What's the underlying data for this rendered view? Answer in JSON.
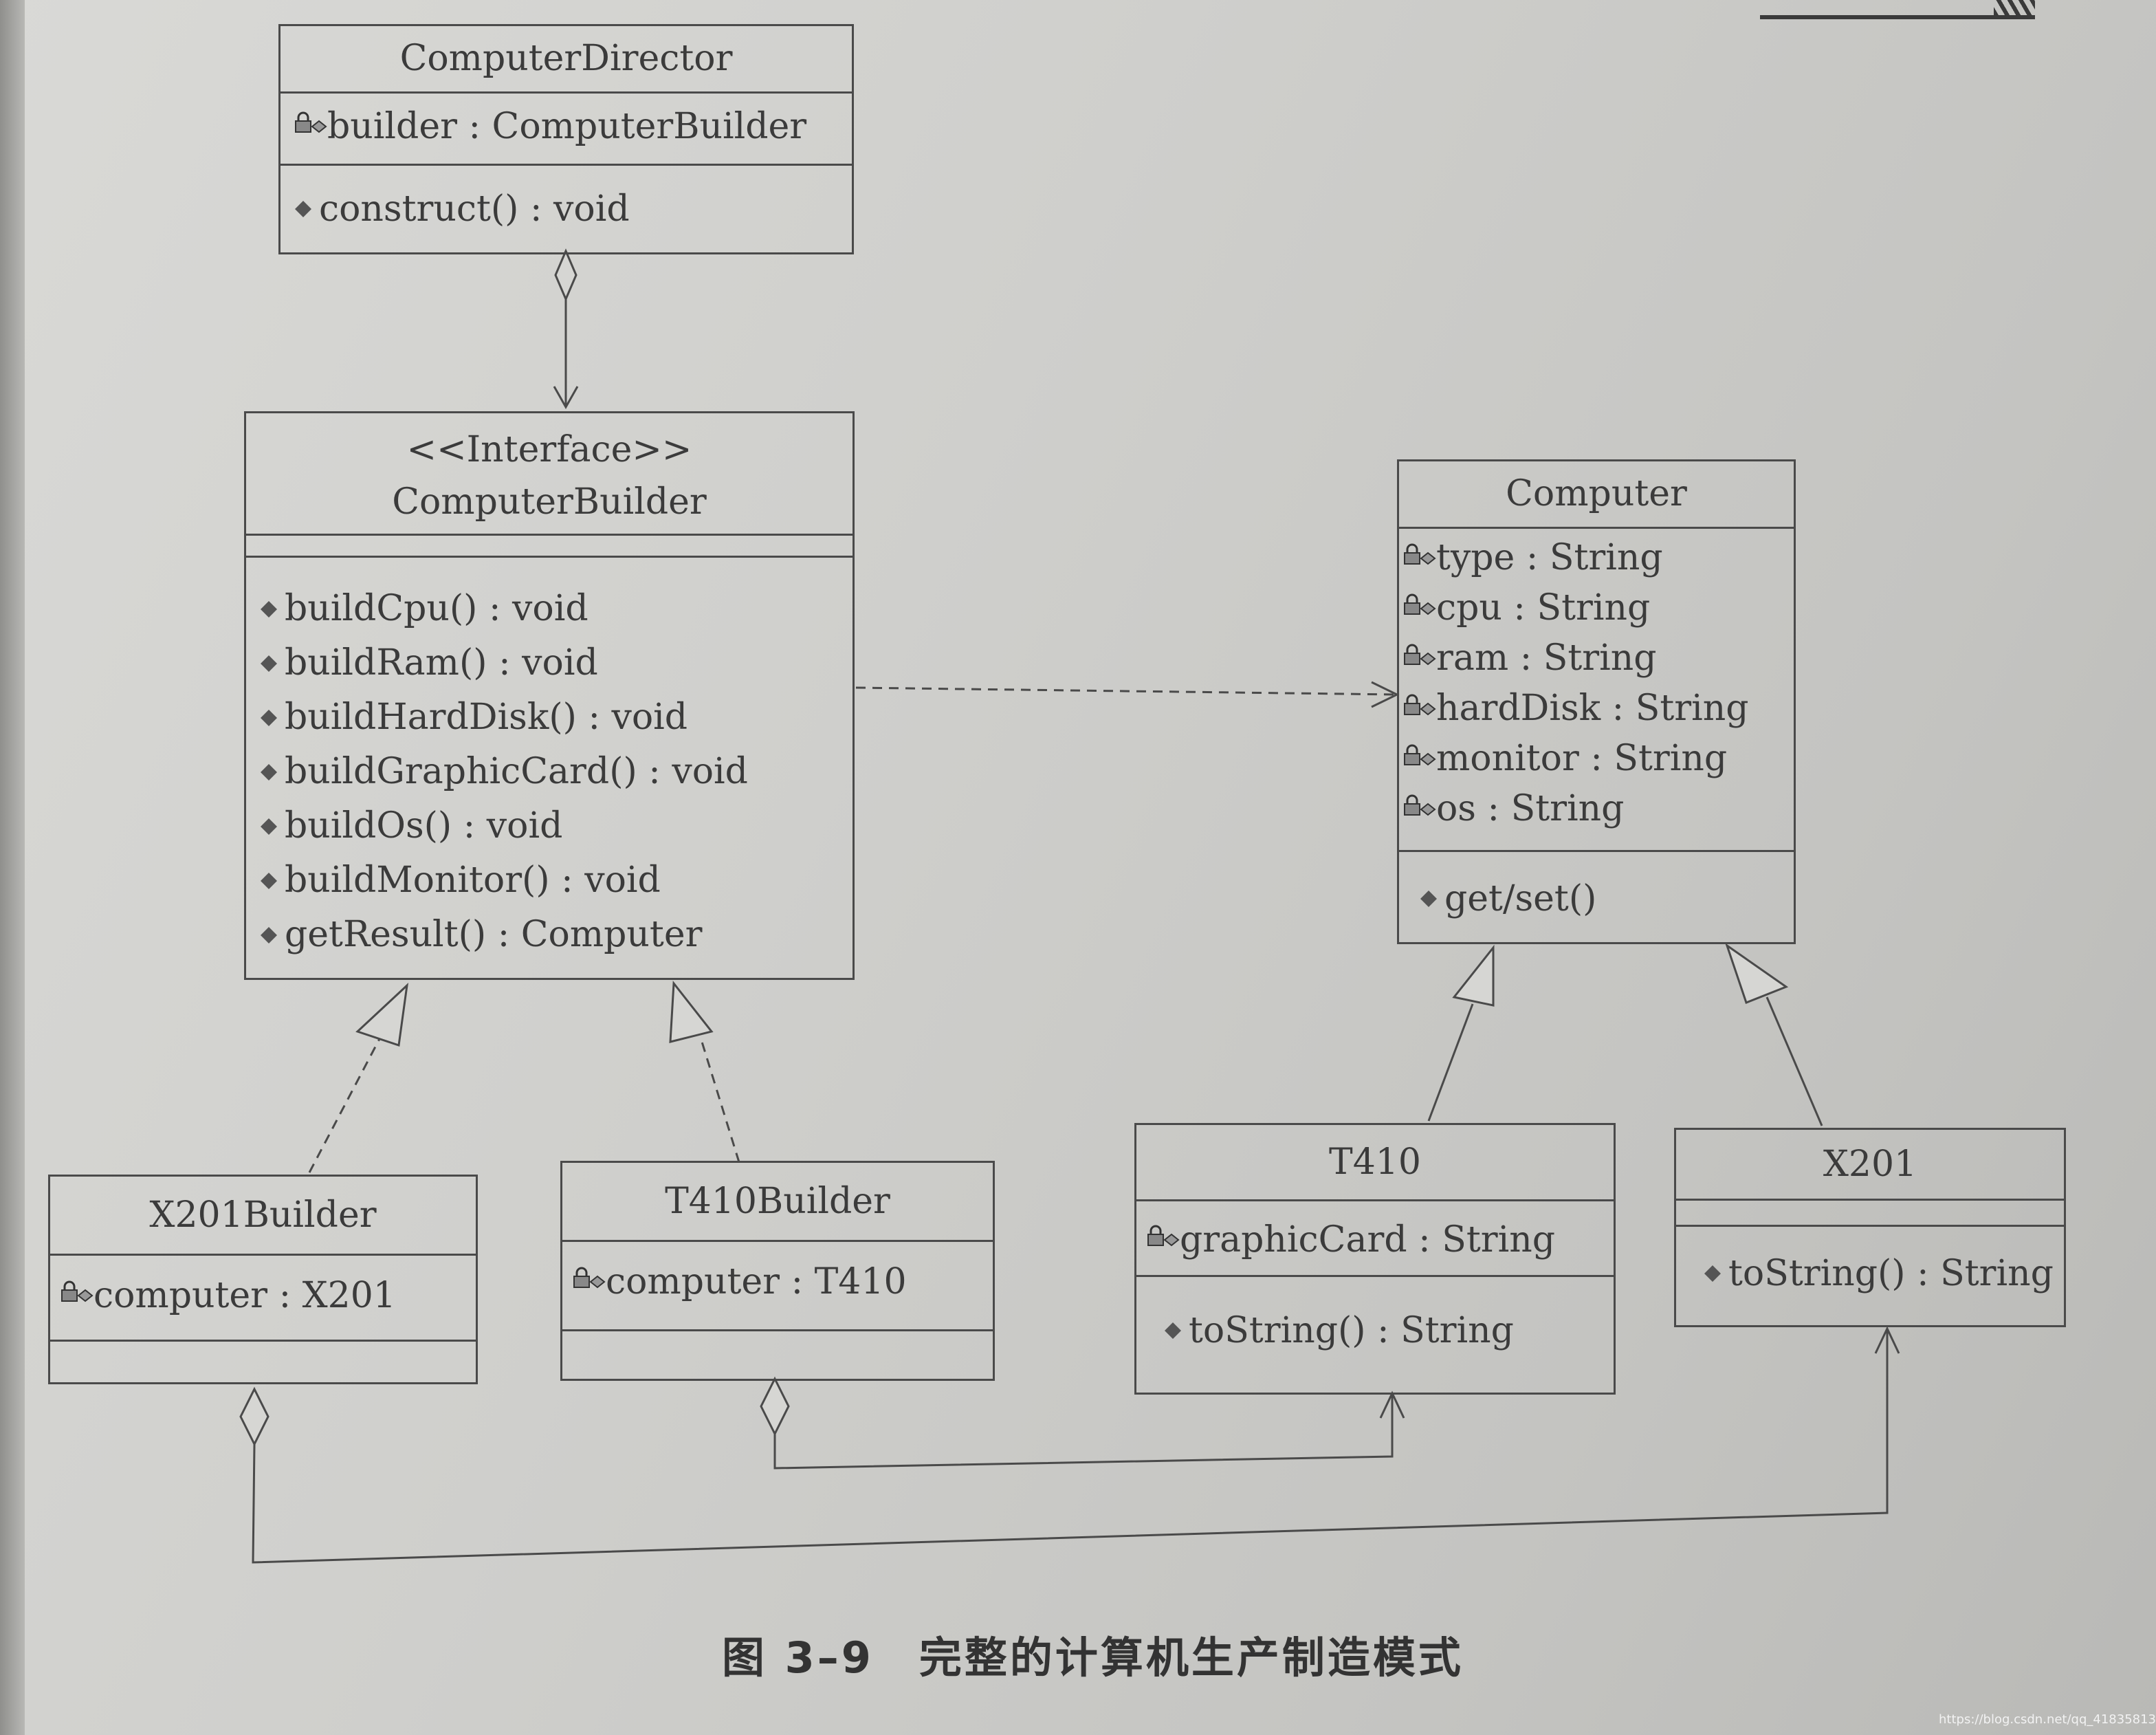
{
  "classes": {
    "director": {
      "name": "ComputerDirector",
      "attributes": [
        "builder : ComputerBuilder"
      ],
      "operations": [
        "construct() : void"
      ]
    },
    "builder_interface": {
      "stereotype": "<<Interface>>",
      "name": "ComputerBuilder",
      "attributes": [],
      "operations": [
        "buildCpu() : void",
        "buildRam() : void",
        "buildHardDisk() : void",
        "buildGraphicCard() : void",
        "buildOs() : void",
        "buildMonitor() : void",
        "getResult() : Computer"
      ]
    },
    "computer": {
      "name": "Computer",
      "attributes": [
        "type : String",
        "cpu : String",
        "ram : String",
        "hardDisk : String",
        "monitor : String",
        "os : String"
      ],
      "operations": [
        "get/set()"
      ]
    },
    "x201_builder": {
      "name": "X201Builder",
      "attributes": [
        "computer : X201"
      ],
      "operations": []
    },
    "t410_builder": {
      "name": "T410Builder",
      "attributes": [
        "computer : T410"
      ],
      "operations": []
    },
    "t410": {
      "name": "T410",
      "attributes": [
        "graphicCard : String"
      ],
      "operations": [
        "toString() : String"
      ]
    },
    "x201": {
      "name": "X201",
      "attributes": [],
      "operations": [
        "toString() : String"
      ]
    }
  },
  "caption": "图 3–9　完整的计算机生产制造模式",
  "credit": "https://blog.csdn.net/qq_41835813",
  "colors": {
    "line": "#4a4a4a",
    "text": "#3b3b3b",
    "paper": "#d2d2cf"
  }
}
